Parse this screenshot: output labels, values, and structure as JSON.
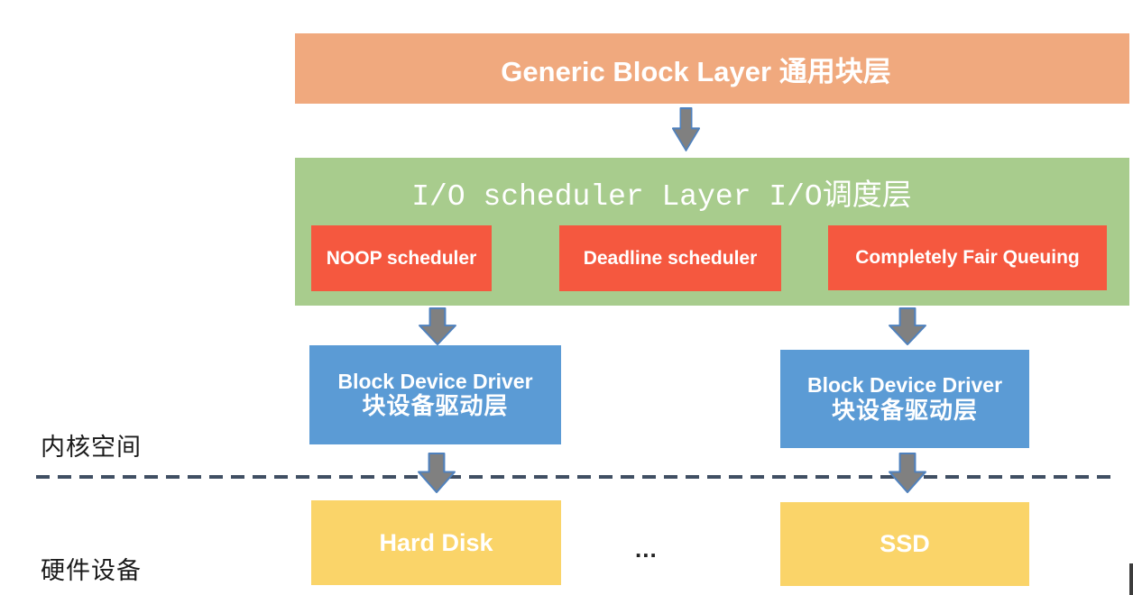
{
  "layers": {
    "generic_block": {
      "label": "Generic Block Layer 通用块层"
    },
    "io_scheduler": {
      "label": "I/O scheduler Layer I/O调度层",
      "schedulers": [
        {
          "label": "NOOP scheduler"
        },
        {
          "label": "Deadline scheduler"
        },
        {
          "label": "Completely Fair Queuing"
        }
      ]
    },
    "drivers": [
      {
        "title": "Block Device Driver",
        "subtitle": "块设备驱动层"
      },
      {
        "title": "Block Device Driver",
        "subtitle": "块设备驱动层"
      }
    ],
    "devices": [
      {
        "label": "Hard Disk"
      },
      {
        "label": "SSD"
      }
    ]
  },
  "annotations": {
    "kernel_space": "内核空间",
    "hardware_devices": "硬件设备",
    "ellipsis": "..."
  },
  "colors": {
    "generic_block_layer": "#F0A97E",
    "io_scheduler_layer": "#A8CC8D",
    "scheduler_box": "#F5583F",
    "driver_box": "#5B9BD5",
    "device_box": "#FAD469",
    "arrow_fill": "#808080",
    "arrow_stroke": "#4F81BD",
    "divider": "#404F63",
    "text_on_boxes": "#FFFFFF"
  }
}
